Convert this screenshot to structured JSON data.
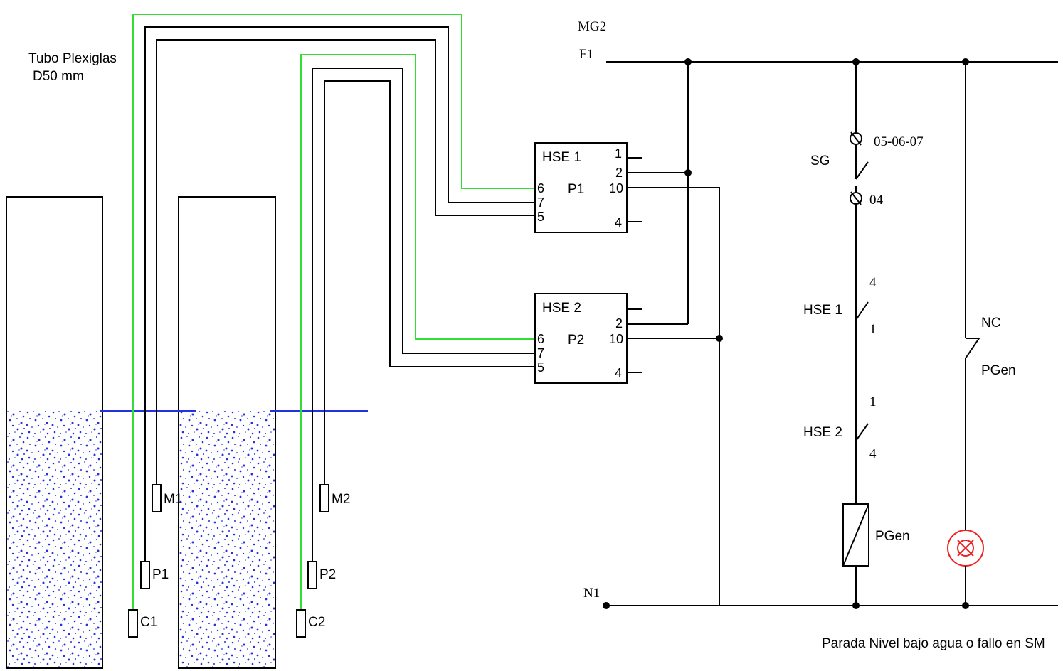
{
  "tube_label": {
    "line1": "Tubo Plexiglas",
    "line2": "D50 mm"
  },
  "bus": {
    "mg": "MG2",
    "f1": "F1",
    "n1": "N1"
  },
  "probes": {
    "m1": "M1",
    "p1": "P1",
    "c1": "C1",
    "m2": "M2",
    "p2": "P2",
    "c2": "C2"
  },
  "relay1": {
    "name": "HSE 1",
    "center": "P1",
    "pins": {
      "p1": "1",
      "p2": "2",
      "p10": "10",
      "p4": "4",
      "p6": "6",
      "p7": "7",
      "p5": "5"
    }
  },
  "relay2": {
    "name": "HSE 2",
    "center": "P2",
    "pins": {
      "p2": "2",
      "p10": "10",
      "p4": "4",
      "p6": "6",
      "p7": "7",
      "p5": "5"
    }
  },
  "switches": {
    "sg": {
      "label": "SG",
      "top": "05-06-07",
      "bottom": "04"
    },
    "hse1": {
      "label": "HSE 1",
      "top": "4",
      "bottom": "1"
    },
    "hse2": {
      "label": "HSE 2",
      "top": "1",
      "bottom": "4"
    }
  },
  "coil": {
    "label": "PGen"
  },
  "nc_contact": {
    "label": "NC",
    "sublabel": "PGen"
  },
  "lamp_color": "#ee2222",
  "footer": "Parada Nivel bajo agua o fallo en SM"
}
